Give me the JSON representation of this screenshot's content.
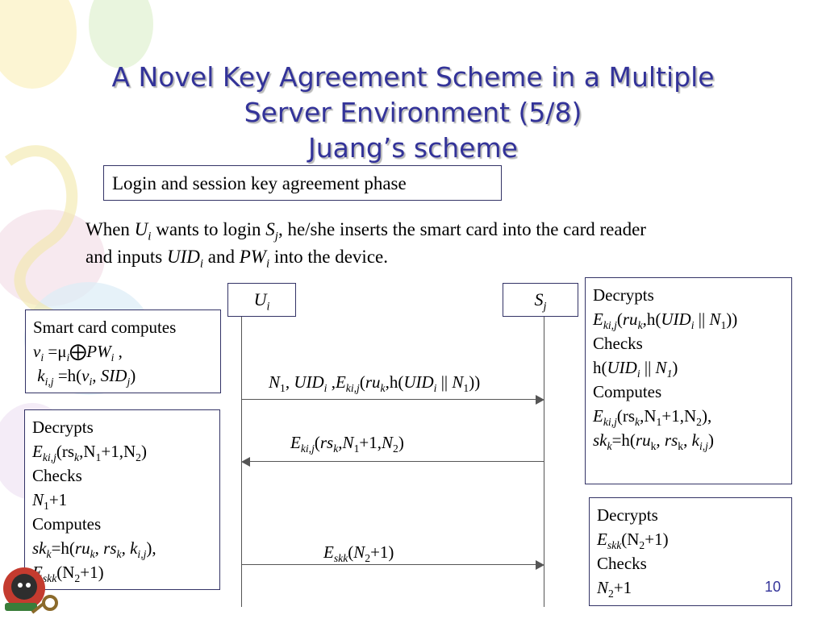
{
  "title": {
    "line1": "A Novel Key Agreement Scheme in a Multiple",
    "line2": "Server Environment (5/8)",
    "line3": "Juang’s scheme"
  },
  "phase": "Login and session key agreement phase",
  "intro": {
    "w_when": "When ",
    "w_ui": "U",
    "w_ui_sub": "i",
    "w_wants": " wants to login ",
    "w_sj": "S",
    "w_sj_sub": "j",
    "w_rest": ", he/she inserts the smart card into the card reader",
    "w_and": "and inputs ",
    "w_uid": "UID",
    "w_uid_sub": "i",
    "w_and2": " and ",
    "w_pw": "PW",
    "w_pw_sub": "i",
    "w_end": " into the device."
  },
  "participants": {
    "ui": {
      "name": "U",
      "sub": "i"
    },
    "sj": {
      "name": "S",
      "sub": "j"
    }
  },
  "smartcard": {
    "l1": "Smart card computes",
    "v": "v",
    "v_sub": "i",
    "eq_mu": " =μ",
    "mu_sub": "i",
    "xor": "⨁",
    "pw": "PW",
    "pw_sub": "i",
    "comma": " ,",
    "k": "k",
    "k_sub": "i,j",
    "eq_h": " =h(",
    "v2": "v",
    "v2_sub": "i",
    "sep": ", ",
    "sid": "SID",
    "sid_sub": "j",
    "close": ")"
  },
  "left_decrypt": {
    "t_decrypts": "Decrypts",
    "e": "E",
    "e_sub": "ki,j",
    "e_args": "(rs",
    "e_args_sub": "k",
    "e_args2": ",N",
    "n1_sub": "1",
    "e_args3": "+1,N",
    "n2_sub": "2",
    "e_close": ")",
    "t_checks": "Checks",
    "chk_n": "N",
    "chk_n_sub": "1",
    "chk_plus": "+1",
    "t_computes": "Computes",
    "sk": "sk",
    "sk_sub": "k",
    "sk_eq": "=h(",
    "ru": "ru",
    "ru_sub": "k",
    "c1": ", ",
    "rs": "rs",
    "rs_sub": "k",
    "c2": ", ",
    "kk": "k",
    "kk_sub": "i,j",
    "sk_close": "),",
    "last_e": "E",
    "last_e_sub": "skk",
    "last_args": "(N",
    "last_n_sub": "2",
    "last_close": "+1)"
  },
  "right_decrypt": {
    "t_decrypts": "Decrypts",
    "e": "E",
    "e_sub": "ki,j",
    "e_open": "(",
    "ru": "ru",
    "ru_sub": "k",
    "h_open": ",h(",
    "uid": "UID",
    "uid_sub": "i",
    "concat": " || ",
    "n": "N",
    "n_sub": "1",
    "e_close": "))",
    "t_checks": "Checks",
    "h_prefix": "h(",
    "uid2": "UID",
    "uid2_sub": "i",
    "concat2": " || ",
    "n2": "N",
    "n2_sub": "1",
    "h_close": ")",
    "t_computes": "Computes",
    "c_e": "E",
    "c_e_sub": "ki,j",
    "c_open": "(rs",
    "c_rs_sub": "k",
    "c_n": ",N",
    "c_n1_sub": "1",
    "c_mid": "+1,N",
    "c_n2_sub": "2",
    "c_close": "),",
    "sk": "sk",
    "sk_sub": "k",
    "sk_eq": "=h(",
    "sk_ru": "ru",
    "sk_ru_sub": "k",
    "sk_c1": ", ",
    "sk_rs": "rs",
    "sk_rs_sub": "k",
    "sk_c2": ", ",
    "sk_k": "k",
    "sk_k_sub": "i,j",
    "sk_close": ")"
  },
  "bottom_right": {
    "t_decrypts": "Decrypts",
    "e": "E",
    "e_sub": "skk",
    "e_args": "(N",
    "n_sub": "2",
    "e_close": "+1)",
    "t_checks": "Checks",
    "chk_n": "N",
    "chk_n_sub": "2",
    "chk_plus": "+1"
  },
  "messages": {
    "m1": {
      "n": "N",
      "n_sub": "1",
      "c": ", ",
      "uid": "UID",
      "uid_sub": "i",
      "c2": " ,",
      "e": "E",
      "e_sub": "ki,j",
      "open": "(",
      "ru": "ru",
      "ru_sub": "k",
      "h": ",h(",
      "uid2": "UID",
      "uid2_sub": "i",
      "cat": " || ",
      "n2": "N",
      "n2_sub": "1",
      "close": "))"
    },
    "m2": {
      "e": "E",
      "e_sub": "ki,j",
      "open": "(",
      "rs": "rs",
      "rs_sub": "k",
      "n": ",N",
      "n_sub": "1",
      "mid": "+1,",
      "n2": "N",
      "n2_sub": "2",
      "close": ")"
    },
    "m3": {
      "e": "E",
      "e_sub": "skk",
      "open": "(",
      "n": "N",
      "n_sub": "2",
      "close": "+1)"
    }
  },
  "page_number": "10",
  "colors": {
    "title": "#333399",
    "border": "#333366",
    "line": "#555555"
  }
}
